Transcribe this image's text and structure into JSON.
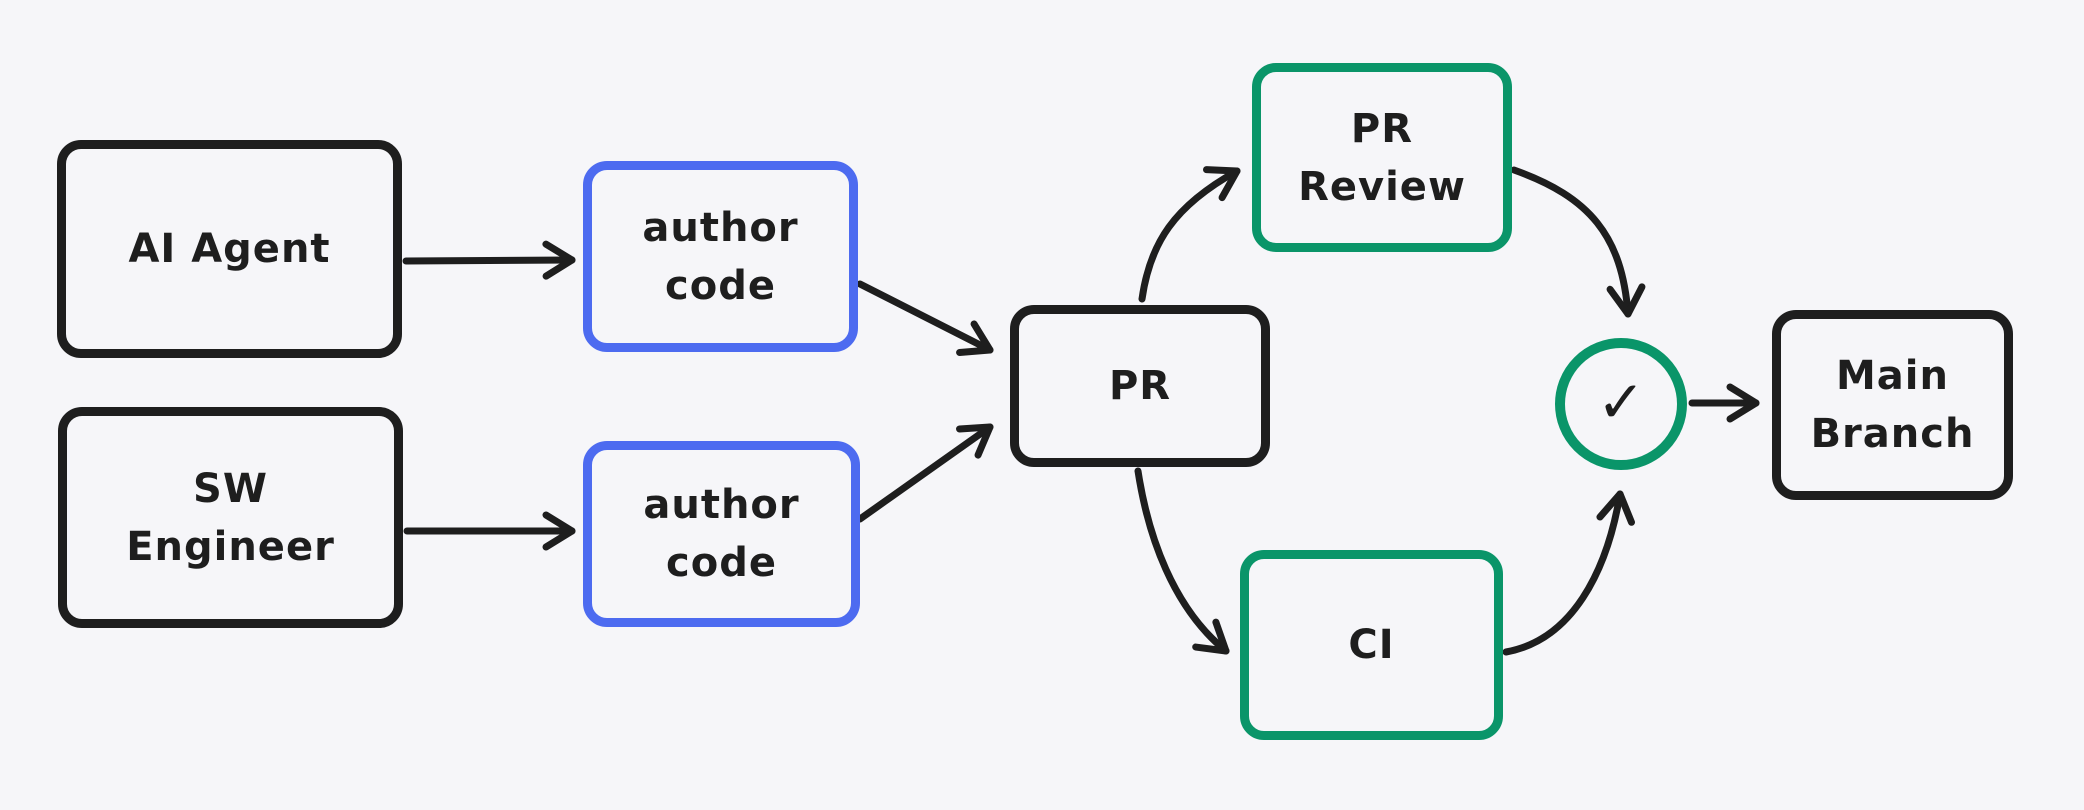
{
  "diagram": {
    "title": "PR workflow diagram",
    "background": "#f6f6f9",
    "colors": {
      "ink": "#1e1e1e",
      "blue": "#4d6bf0",
      "green": "#0a9569",
      "bg": "#f6f6f9"
    },
    "nodes": {
      "ai_agent": {
        "label": "AI Agent",
        "border": "black"
      },
      "sw_engineer": {
        "label": "SW\nEngineer",
        "border": "black"
      },
      "author_code_top": {
        "label": "author\ncode",
        "border": "blue"
      },
      "author_code_bottom": {
        "label": "author\ncode",
        "border": "blue"
      },
      "pr": {
        "label": "PR",
        "border": "black"
      },
      "pr_review": {
        "label": "PR\nReview",
        "border": "green"
      },
      "ci": {
        "label": "CI",
        "border": "green"
      },
      "approval": {
        "glyph": "✓",
        "icon": "checkmark-icon",
        "border": "green"
      },
      "main_branch": {
        "label": "Main\nBranch",
        "border": "black"
      }
    },
    "edges": [
      {
        "from": "AI Agent",
        "to": "author code (top)"
      },
      {
        "from": "SW Engineer",
        "to": "author code (bottom)"
      },
      {
        "from": "author code (top)",
        "to": "PR"
      },
      {
        "from": "author code (bottom)",
        "to": "PR"
      },
      {
        "from": "PR",
        "to": "PR Review"
      },
      {
        "from": "PR",
        "to": "CI"
      },
      {
        "from": "PR Review",
        "to": "approval check"
      },
      {
        "from": "CI",
        "to": "approval check"
      },
      {
        "from": "approval check",
        "to": "Main Branch"
      }
    ]
  }
}
